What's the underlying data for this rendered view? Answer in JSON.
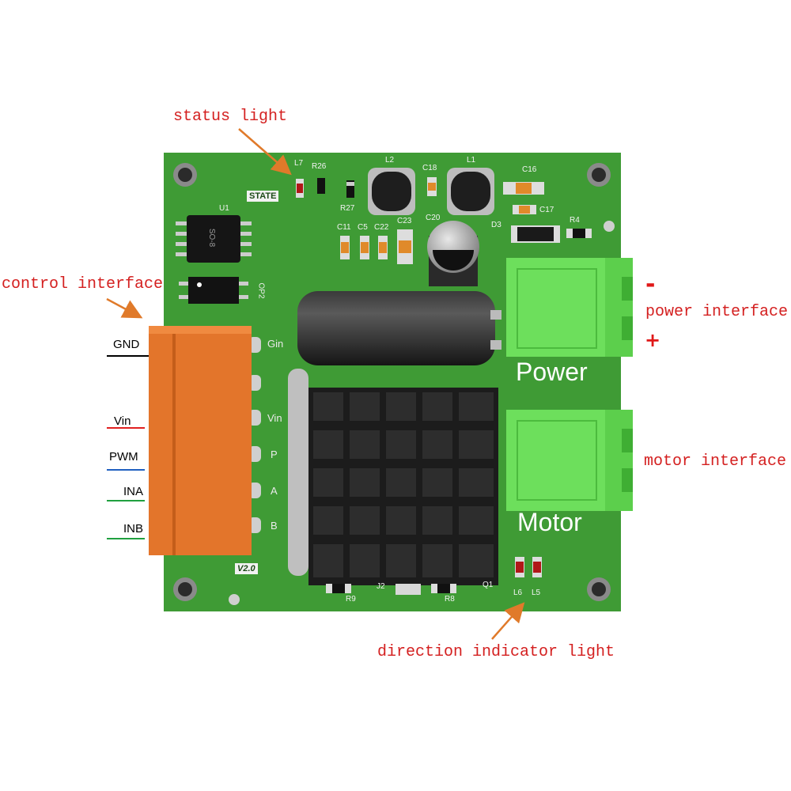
{
  "callouts": {
    "status_light": "status light",
    "control_interface": "control interface",
    "power_interface": "power interface",
    "motor_interface": "motor interface",
    "direction_indicator_light": "direction indicator light"
  },
  "wires": [
    {
      "label": "GND",
      "color": "#000000"
    },
    {
      "label": "Vin",
      "color": "#e02020"
    },
    {
      "label": "PWM",
      "color": "#2060c0"
    },
    {
      "label": "INA",
      "color": "#20a040"
    },
    {
      "label": "INB",
      "color": "#20a040"
    }
  ],
  "pins": [
    "Gin",
    "",
    "Vin",
    "P",
    "A",
    "B"
  ],
  "board": {
    "state": "STATE",
    "version": "V2.0",
    "power_label": "Power",
    "motor_label": "Motor",
    "minus": "-",
    "plus": "+",
    "chip_u1_text": "SO-8",
    "refs": {
      "L7": "L7",
      "R26": "R26",
      "L2": "L2",
      "C18": "C18",
      "L1": "L1",
      "C16": "C16",
      "U1": "U1",
      "R27": "R27",
      "C23": "C23",
      "C20": "C20",
      "C17": "C17",
      "R4": "R4",
      "D3": "D3",
      "C11": "C11",
      "C5": "C5",
      "C22": "C22",
      "OP2": "OP2",
      "R9": "R9",
      "J2": "J2",
      "R8": "R8",
      "Q1": "Q1",
      "L6": "L6",
      "L5": "L5"
    }
  },
  "colors": {
    "pcb": "#3f9b35",
    "terminal_orange": "#e3752b",
    "terminal_green": "#6ddf5c",
    "heatsink": "#1c1c1c",
    "callout_text": "#d42020",
    "arrow": "#e07a2a"
  }
}
